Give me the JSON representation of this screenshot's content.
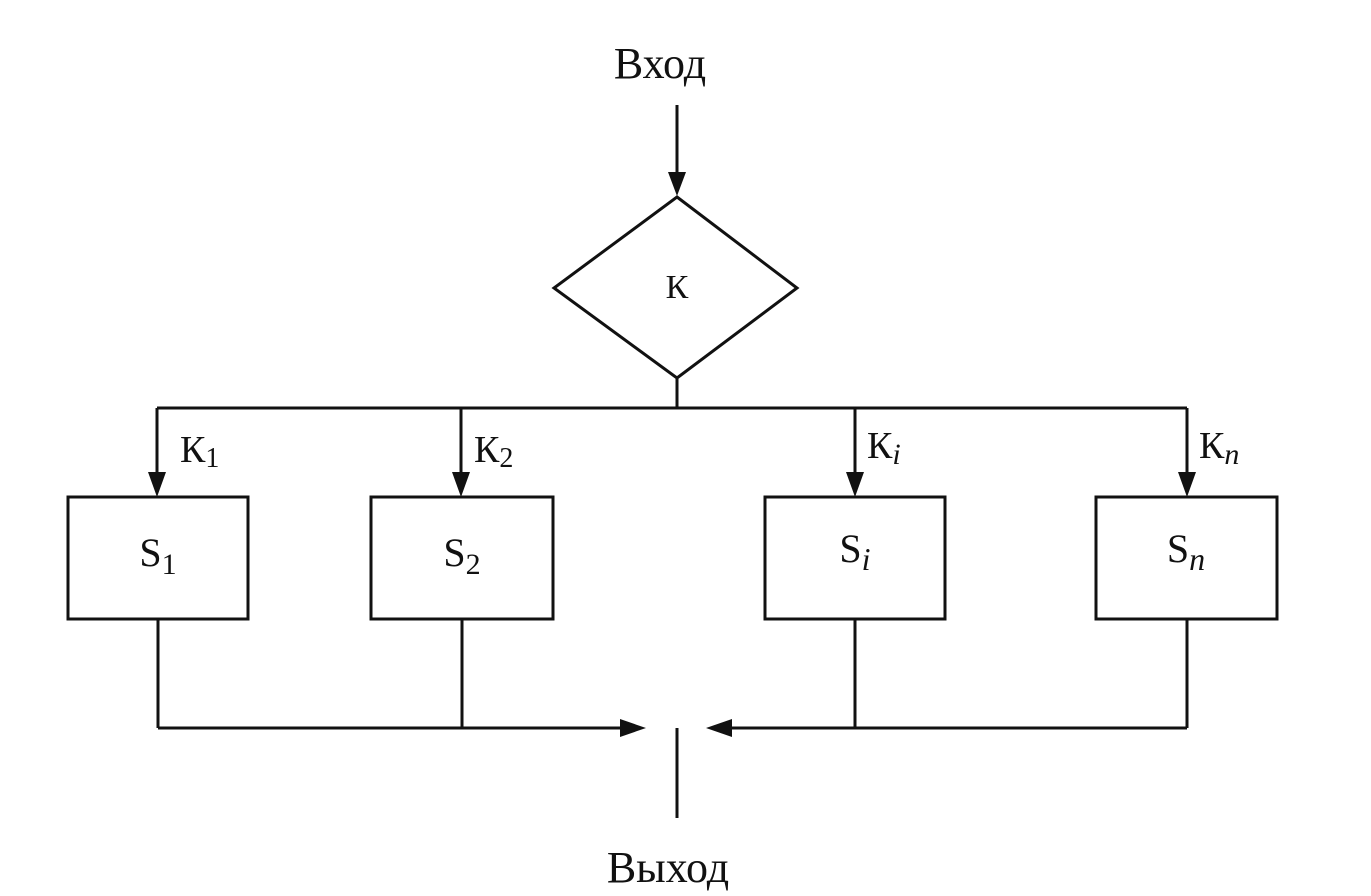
{
  "input_label": "Вход",
  "output_label": "Выход",
  "decision_label": "К",
  "branches": [
    {
      "condition": "К",
      "condition_sub": "1",
      "block": "S",
      "block_sub": "1",
      "italic": false
    },
    {
      "condition": "К",
      "condition_sub": "2",
      "block": "S",
      "block_sub": "2",
      "italic": false
    },
    {
      "condition": "К",
      "condition_sub": "i",
      "block": "S",
      "block_sub": "i",
      "italic": true
    },
    {
      "condition": "К",
      "condition_sub": "n",
      "block": "S",
      "block_sub": "n",
      "italic": true
    }
  ]
}
